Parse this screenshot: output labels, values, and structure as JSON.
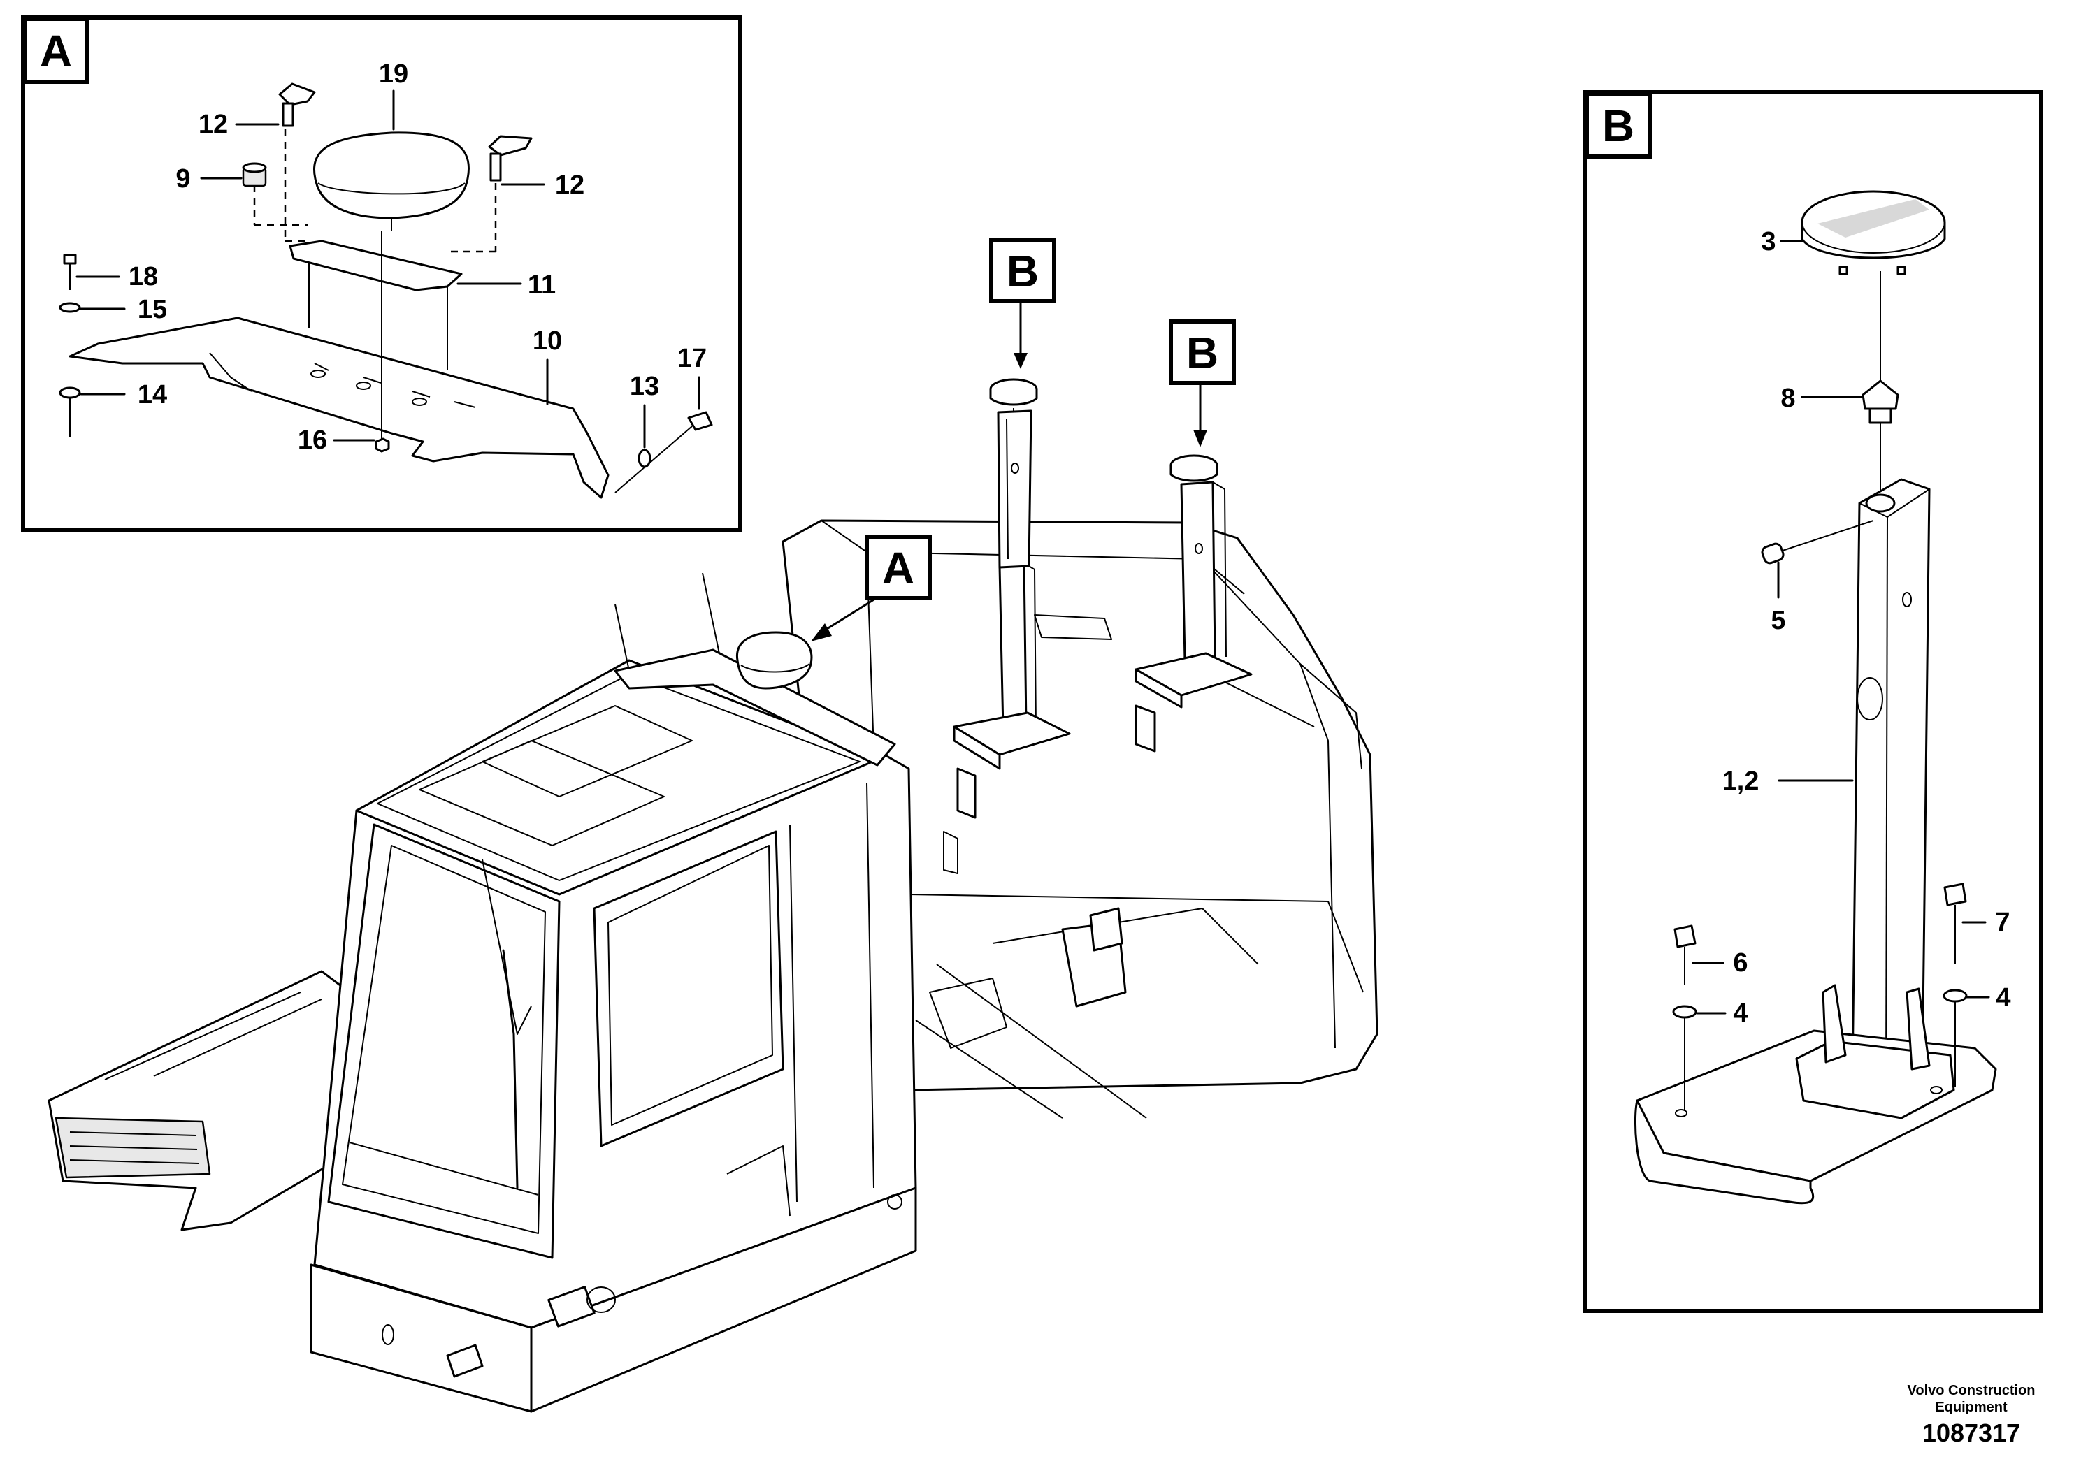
{
  "detail_views": {
    "a": {
      "tag": "A",
      "callouts": [
        "19",
        "12",
        "12",
        "9",
        "11",
        "18",
        "15",
        "10",
        "14",
        "17",
        "13",
        "16"
      ]
    },
    "b": {
      "tag": "B",
      "callouts": [
        "3",
        "8",
        "5",
        "1,2",
        "7",
        "6",
        "4",
        "4"
      ]
    }
  },
  "main_view": {
    "pointer_tags": [
      "B",
      "B",
      "A"
    ]
  },
  "footer": {
    "publisher": "Volvo Construction Equipment",
    "drawing_number": "1087317"
  }
}
